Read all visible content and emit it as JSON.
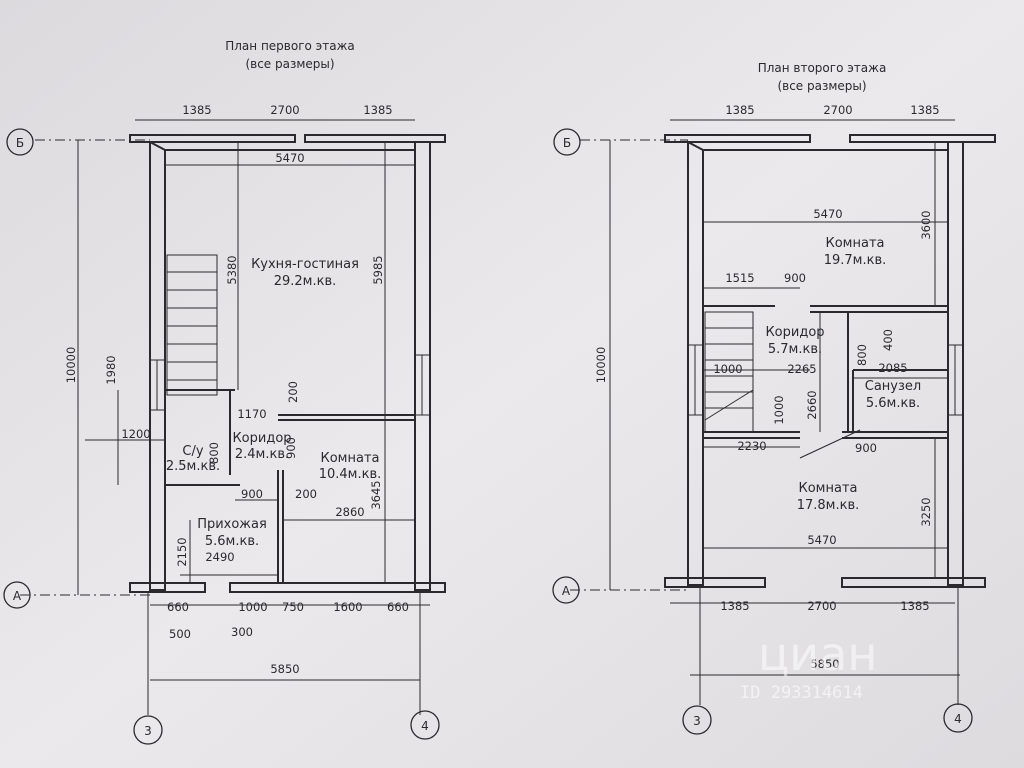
{
  "plan1": {
    "title": "План первого этажа",
    "subtitle": "(все размеры)",
    "axis_top": "Б",
    "axis_bottom": "А",
    "axis_left": "3",
    "axis_right": "4",
    "rooms": {
      "kitchen": "Кухня-гостиная",
      "kitchen_area": "29.2м.кв.",
      "corridor": "Коридор",
      "corridor_area": "2.4м.кв.",
      "wc": "С/у",
      "wc_area": "2.5м.кв.",
      "room": "Комната",
      "room_area": "10.4м.кв.",
      "hall": "Прихожая",
      "hall_area": "5.6м.кв."
    },
    "dims": {
      "top_left": "1385",
      "top_mid": "2700",
      "top_right": "1385",
      "inner_width": "5470",
      "height_left": "5380",
      "height_right": "5985",
      "total_height": "10000",
      "stair_len": "1980",
      "d1170": "1170",
      "d200a": "200",
      "d1200": "1200",
      "d800": "800",
      "d900a": "900",
      "d3645": "3645",
      "d900b": "900",
      "d200b": "200",
      "d2860": "2860",
      "d2150": "2150",
      "d2490": "2490",
      "b660a": "660",
      "b1000": "1000",
      "b750": "750",
      "b1600": "1600",
      "b660b": "660",
      "b500": "500",
      "b300": "300",
      "total_width": "5850"
    }
  },
  "plan2": {
    "title": "План второго этажа",
    "subtitle": "(все размеры)",
    "axis_top": "Б",
    "axis_bottom": "А",
    "axis_left": "3",
    "axis_right": "4",
    "rooms": {
      "room_top": "Комната",
      "room_top_area": "19.7м.кв.",
      "corridor": "Коридор",
      "corridor_area": "5.7м.кв.",
      "bath": "Санузел",
      "bath_area": "5.6м.кв.",
      "room_bottom": "Комната",
      "room_bottom_area": "17.8м.кв."
    },
    "dims": {
      "top_left": "1385",
      "top_mid": "2700",
      "top_right": "1385",
      "w5470a": "5470",
      "h3600": "3600",
      "d1515": "1515",
      "d900a": "900",
      "d800": "800",
      "d400": "400",
      "d1000a": "1000",
      "d2265": "2265",
      "d2085": "2085",
      "d1000b": "1000",
      "d2660": "2660",
      "d2230": "2230",
      "d900b": "900",
      "h3250": "3250",
      "w5470b": "5470",
      "bot_left": "1385",
      "bot_mid": "2700",
      "bot_right": "1385",
      "total_width": "5850",
      "total_height": "10000"
    }
  },
  "watermark": {
    "brand": "циан",
    "id": "ID 293314614"
  }
}
